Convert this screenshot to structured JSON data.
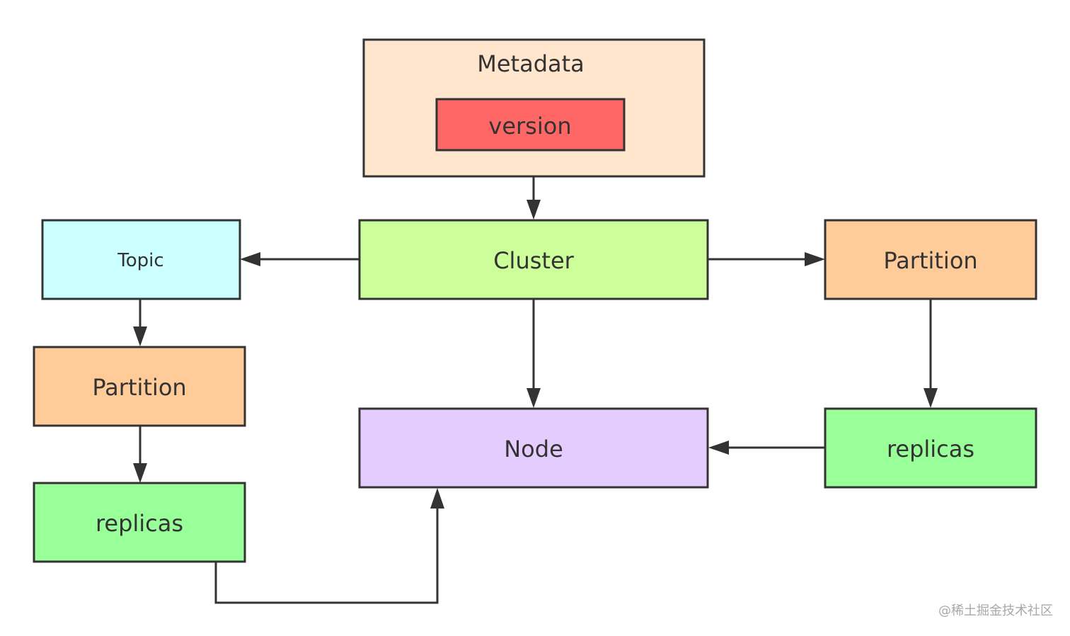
{
  "diagram": {
    "nodes": {
      "metadata": {
        "label": "Metadata",
        "fill": "#ffe6cc"
      },
      "version": {
        "label": "version",
        "fill": "#ff6666"
      },
      "cluster": {
        "label": "Cluster",
        "fill": "#ccff99"
      },
      "topic": {
        "label": "Topic",
        "fill": "#ccffff"
      },
      "partition_left": {
        "label": "Partition",
        "fill": "#ffcc99"
      },
      "partition_right": {
        "label": "Partition",
        "fill": "#ffcc99"
      },
      "node": {
        "label": "Node",
        "fill": "#e5ccff"
      },
      "replicas_left": {
        "label": "replicas",
        "fill": "#99ff99"
      },
      "replicas_right": {
        "label": "replicas",
        "fill": "#99ff99"
      }
    },
    "edges": [
      {
        "from": "metadata",
        "to": "cluster"
      },
      {
        "from": "cluster",
        "to": "topic"
      },
      {
        "from": "cluster",
        "to": "partition_right"
      },
      {
        "from": "cluster",
        "to": "node"
      },
      {
        "from": "topic",
        "to": "partition_left"
      },
      {
        "from": "partition_left",
        "to": "replicas_left"
      },
      {
        "from": "partition_right",
        "to": "replicas_right"
      },
      {
        "from": "replicas_right",
        "to": "node"
      },
      {
        "from": "replicas_left",
        "to": "node"
      }
    ],
    "stroke_color": "#333333"
  },
  "watermark": {
    "text": "@稀土掘金技术社区"
  }
}
